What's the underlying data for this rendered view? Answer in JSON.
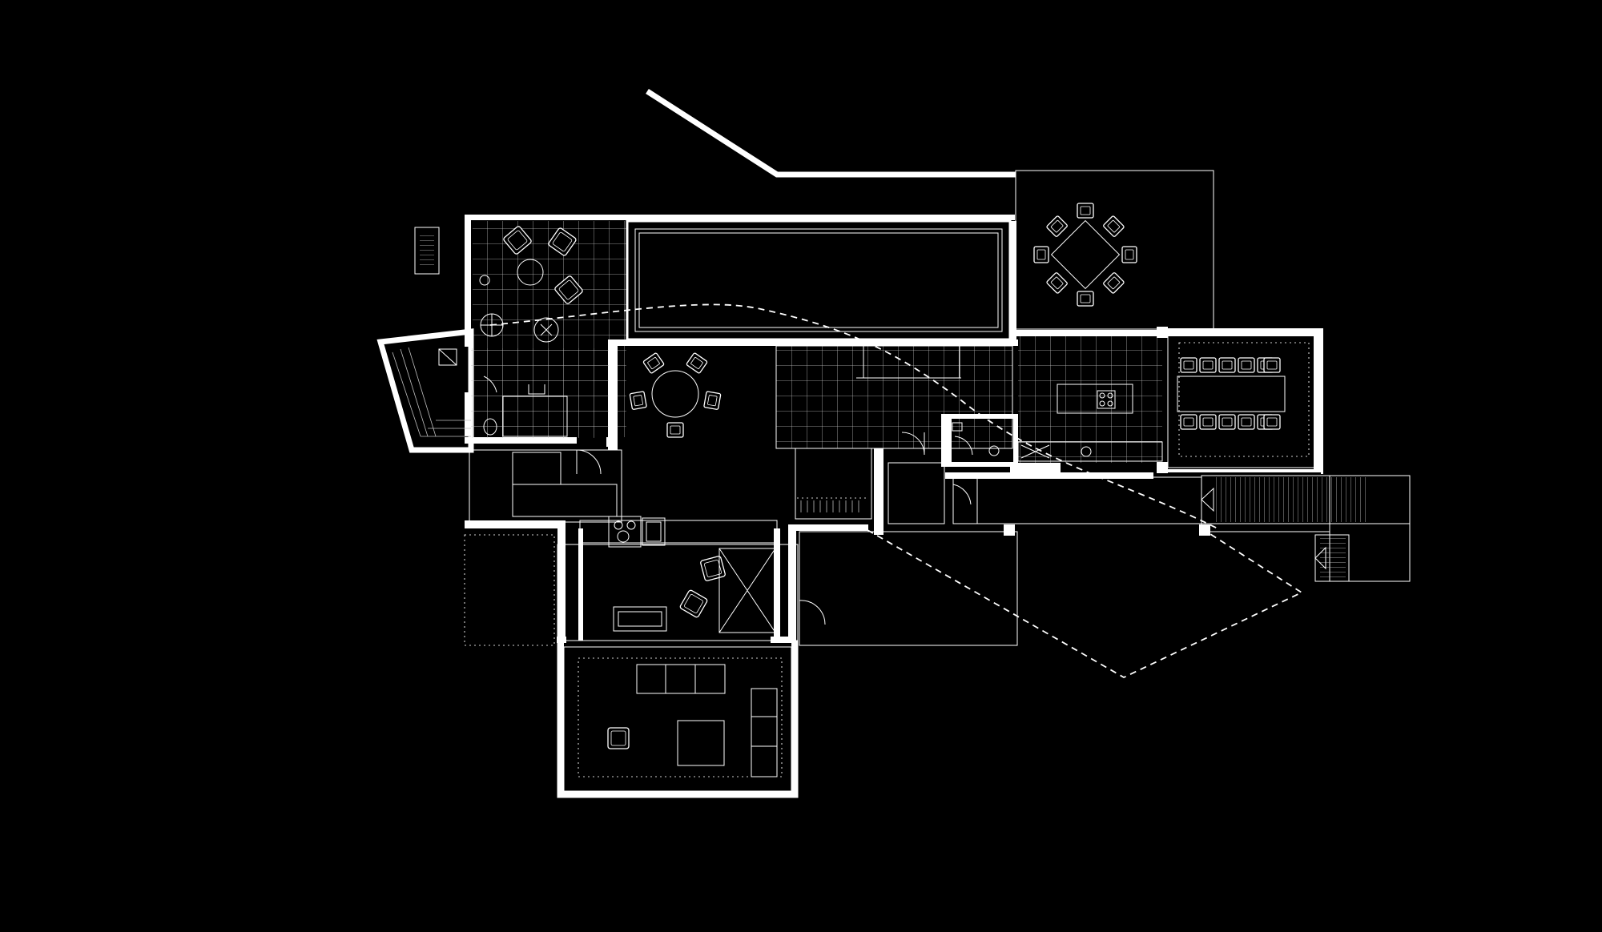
{
  "drawing": {
    "subject": "floor-plan",
    "palette": {
      "background": "#000000",
      "line": "#ffffff",
      "grid": "#bfbfbf"
    }
  },
  "rooms": [
    {
      "id": "outdoor-lounge",
      "furniture": [
        "lounge-chair",
        "lounge-chair",
        "round-table",
        "lounge-chair"
      ]
    },
    {
      "id": "pool"
    },
    {
      "id": "dining-deck",
      "furniture": [
        "square-table",
        "chair-ring-8"
      ]
    },
    {
      "id": "round-dining",
      "furniture": [
        "round-table",
        "chair-ring-6"
      ]
    },
    {
      "id": "hall-stair"
    },
    {
      "id": "kitchen",
      "furniture": [
        "island-cooktop",
        "counter-sink"
      ]
    },
    {
      "id": "dining-room",
      "furniture": [
        "long-table",
        "chairs-12"
      ]
    },
    {
      "id": "wc",
      "furniture": [
        "toilet",
        "basin"
      ]
    },
    {
      "id": "living-room",
      "furniture": [
        "sofa",
        "sofa",
        "armchair",
        "armchair",
        "armchair",
        "coffee-table",
        "side-sofa"
      ]
    },
    {
      "id": "terrace-deck"
    },
    {
      "id": "gravel-path"
    },
    {
      "id": "entry-stair"
    }
  ]
}
